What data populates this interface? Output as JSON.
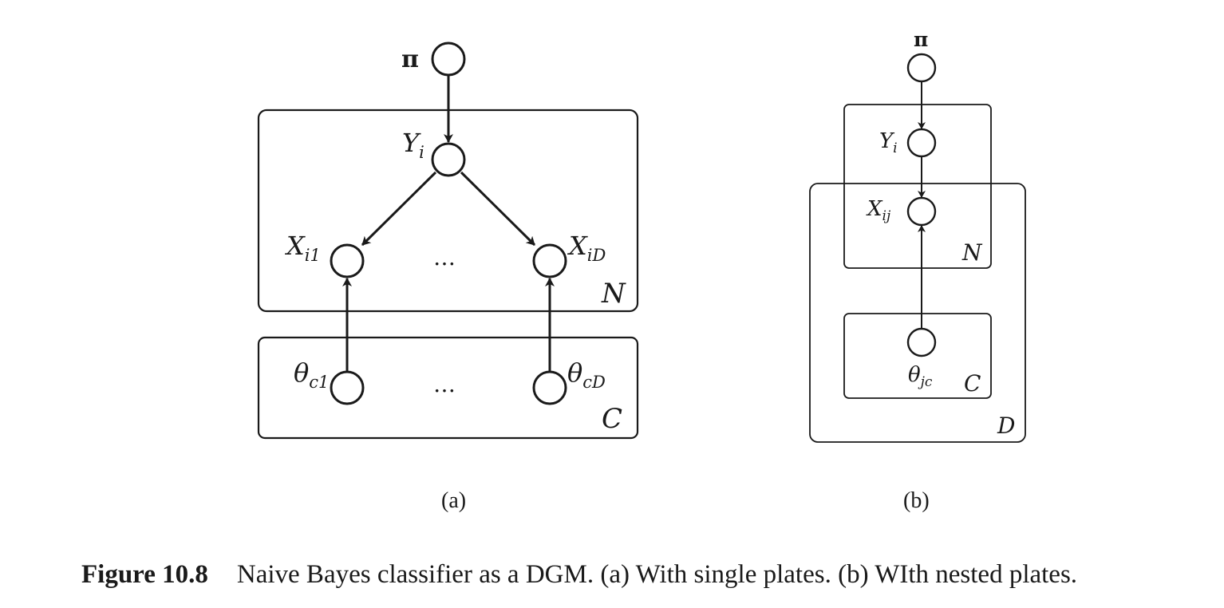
{
  "panel_a": {
    "label": "(a)",
    "pi": "π",
    "y_node": {
      "main": "Y",
      "sub": "i"
    },
    "x_first": {
      "main": "X",
      "sub": "i1"
    },
    "x_last": {
      "main": "X",
      "sub": "iD"
    },
    "theta_first": {
      "main": "θ",
      "sub": "c1"
    },
    "theta_last": {
      "main": "θ",
      "sub": "cD"
    },
    "dots_x": "…",
    "dots_theta": "…",
    "plate_n": "N",
    "plate_c": "C"
  },
  "panel_b": {
    "label": "(b)",
    "pi": "π",
    "y_node": {
      "main": "Y",
      "sub": "i"
    },
    "x_node": {
      "main": "X",
      "sub": "ij"
    },
    "theta_node": {
      "main": "θ",
      "sub": "jc"
    },
    "plate_n": "N",
    "plate_c": "C",
    "plate_d": "D"
  },
  "caption": {
    "figure_number": "Figure 10.8",
    "text": "Naive Bayes classifier as a DGM. (a) With single plates. (b) WIth nested plates."
  }
}
